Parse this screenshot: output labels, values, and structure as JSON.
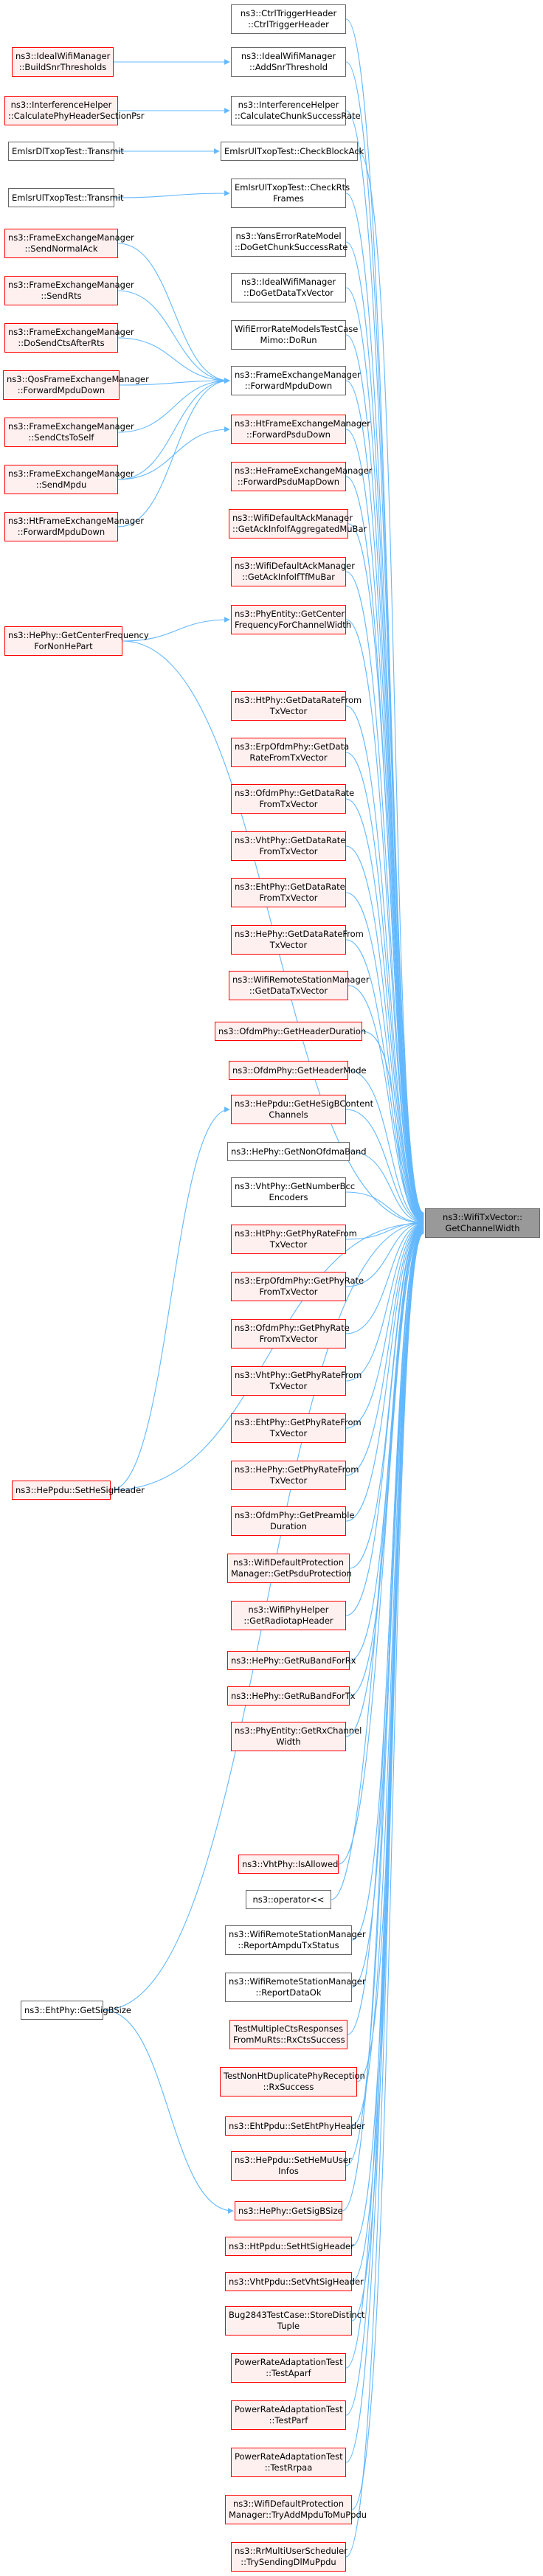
{
  "target": {
    "id": "target",
    "lines": [
      "ns3::WifiTxVector::",
      "GetChannelWidth"
    ],
    "style": "target"
  },
  "callers": [
    {
      "id": "ctrltriggerheader",
      "lines": [
        "ns3::CtrlTriggerHeader",
        "::CtrlTriggerHeader"
      ],
      "style": "white"
    },
    {
      "id": "addsnrthreshold",
      "lines": [
        "ns3::IdealWifiManager",
        "::AddSnrThreshold"
      ],
      "style": "white"
    },
    {
      "id": "calculatechunksuccessrate",
      "lines": [
        "ns3::InterferenceHelper",
        "::CalculateChunkSuccessRate"
      ],
      "style": "white"
    },
    {
      "id": "rxchecklbkack",
      "lines": [
        "EmlsrUlTxopTest::CheckBlockAck"
      ],
      "style": "white"
    },
    {
      "id": "checkrtsframes",
      "lines": [
        "EmlsrUlTxopTest::CheckRts",
        "Frames"
      ],
      "style": "white"
    },
    {
      "id": "dogetchunksuccessrate",
      "lines": [
        "ns3::YansErrorRateModel",
        "::DoGetChunkSuccessRate"
      ],
      "style": "white"
    },
    {
      "id": "dogetdatatxvector",
      "lines": [
        "ns3::IdealWifiManager",
        "::DoGetDataTxVector"
      ],
      "style": "white"
    },
    {
      "id": "wifierrorratemodelstestcase",
      "lines": [
        "WifiErrorRateModelsTestCase",
        "Mimo::DoRun"
      ],
      "style": "white"
    },
    {
      "id": "forwardmpdudown",
      "lines": [
        "ns3::FrameExchangeManager",
        "::ForwardMpduDown"
      ],
      "style": "white"
    },
    {
      "id": "htforwardpsdudown",
      "lines": [
        "ns3::HtFrameExchangeManager",
        "::ForwardPsduDown"
      ],
      "style": "red"
    },
    {
      "id": "heforwardpsdumapdown",
      "lines": [
        "ns3::HeFrameExchangeManager",
        "::ForwardPsduMapDown"
      ],
      "style": "red"
    },
    {
      "id": "getackinfoifaggregatedmubar",
      "lines": [
        "ns3::WifiDefaultAckManager",
        "::GetAckInfoIfAggregatedMuBar"
      ],
      "style": "red"
    },
    {
      "id": "getackinfoiftfmubar",
      "lines": [
        "ns3::WifiDefaultAckManager",
        "::GetAckInfoIfTfMuBar"
      ],
      "style": "red"
    },
    {
      "id": "getcenterfrequencyforchannelwidth",
      "lines": [
        "ns3::PhyEntity::GetCenter",
        "FrequencyForChannelWidth"
      ],
      "style": "red"
    },
    {
      "id": "htgetdatarate",
      "lines": [
        "ns3::HtPhy::GetDataRateFrom",
        "TxVector"
      ],
      "style": "red"
    },
    {
      "id": "erpgetdatarate",
      "lines": [
        "ns3::ErpOfdmPhy::GetData",
        "RateFromTxVector"
      ],
      "style": "red"
    },
    {
      "id": "ofdmgetdatarate",
      "lines": [
        "ns3::OfdmPhy::GetDataRate",
        "FromTxVector"
      ],
      "style": "red"
    },
    {
      "id": "vhtgetdatarate",
      "lines": [
        "ns3::VhtPhy::GetDataRate",
        "FromTxVector"
      ],
      "style": "red"
    },
    {
      "id": "ehtgetdatarate",
      "lines": [
        "ns3::EhtPhy::GetDataRate",
        "FromTxVector"
      ],
      "style": "red"
    },
    {
      "id": "hegetdatarate",
      "lines": [
        "ns3::HePhy::GetDataRateFrom",
        "TxVector"
      ],
      "style": "red"
    },
    {
      "id": "getdatatxvector",
      "lines": [
        "ns3::WifiRemoteStationManager",
        "::GetDataTxVector"
      ],
      "style": "red"
    },
    {
      "id": "getheaderduration",
      "lines": [
        "ns3::OfdmPhy::GetHeaderDuration"
      ],
      "style": "red"
    },
    {
      "id": "getheadermode",
      "lines": [
        "ns3::OfdmPhy::GetHeaderMode"
      ],
      "style": "red"
    },
    {
      "id": "gethesigbcontentchannels",
      "lines": [
        "ns3::HePpdu::GetHeSigBContent",
        "Channels"
      ],
      "style": "red"
    },
    {
      "id": "getnonofdmaband",
      "lines": [
        "ns3::HePhy::GetNonOfdmaBand"
      ],
      "style": "white"
    },
    {
      "id": "getnumberbccencoders",
      "lines": [
        "ns3::VhtPhy::GetNumberBcc",
        "Encoders"
      ],
      "style": "white"
    },
    {
      "id": "htgetphyrate",
      "lines": [
        "ns3::HtPhy::GetPhyRateFrom",
        "TxVector"
      ],
      "style": "red"
    },
    {
      "id": "erpgetphyrate",
      "lines": [
        "ns3::ErpOfdmPhy::GetPhyRate",
        "FromTxVector"
      ],
      "style": "red"
    },
    {
      "id": "ofdmgetphyrate",
      "lines": [
        "ns3::OfdmPhy::GetPhyRate",
        "FromTxVector"
      ],
      "style": "red"
    },
    {
      "id": "vhtgetphyrate",
      "lines": [
        "ns3::VhtPhy::GetPhyRateFrom",
        "TxVector"
      ],
      "style": "red"
    },
    {
      "id": "ehtgetphyrate",
      "lines": [
        "ns3::EhtPhy::GetPhyRateFrom",
        "TxVector"
      ],
      "style": "red"
    },
    {
      "id": "hegetphyrate",
      "lines": [
        "ns3::HePhy::GetPhyRateFrom",
        "TxVector"
      ],
      "style": "red"
    },
    {
      "id": "getpreambleduration",
      "lines": [
        "ns3::OfdmPhy::GetPreamble",
        "Duration"
      ],
      "style": "red"
    },
    {
      "id": "getpsduprotection",
      "lines": [
        "ns3::WifiDefaultProtection",
        "Manager::GetPsduProtection"
      ],
      "style": "red"
    },
    {
      "id": "getradiotapheader",
      "lines": [
        "ns3::WifiPhyHelper",
        "::GetRadiotapHeader"
      ],
      "style": "red"
    },
    {
      "id": "getrubandforrx",
      "lines": [
        "ns3::HePhy::GetRuBandForRx"
      ],
      "style": "red"
    },
    {
      "id": "getrubandfortx",
      "lines": [
        "ns3::HePhy::GetRuBandForTx"
      ],
      "style": "red"
    },
    {
      "id": "getrxchannelwidth",
      "lines": [
        "ns3::PhyEntity::GetRxChannel",
        "Width"
      ],
      "style": "red"
    },
    {
      "id": "isallowed",
      "lines": [
        "ns3::VhtPhy::IsAllowed"
      ],
      "style": "red"
    },
    {
      "id": "operatorlshift",
      "lines": [
        "ns3::operator<<"
      ],
      "style": "white"
    },
    {
      "id": "reportampdutxstatus",
      "lines": [
        "ns3::WifiRemoteStationManager",
        "::ReportAmpduTxStatus"
      ],
      "style": "white"
    },
    {
      "id": "reportdataok",
      "lines": [
        "ns3::WifiRemoteStationManager",
        "::ReportDataOk"
      ],
      "style": "white"
    },
    {
      "id": "rxctssuccess",
      "lines": [
        "TestMultipleCtsResponses",
        "FromMuRts::RxCtsSuccess"
      ],
      "style": "red"
    },
    {
      "id": "rxsuccess",
      "lines": [
        "TestNonHtDuplicatePhyReception",
        "::RxSuccess"
      ],
      "style": "red"
    },
    {
      "id": "setehtphyheader",
      "lines": [
        "ns3::EhtPpdu::SetEhtPhyHeader"
      ],
      "style": "red"
    },
    {
      "id": "sethemuuserinfos",
      "lines": [
        "ns3::HePpdu::SetHeMuUser",
        "Infos"
      ],
      "style": "red"
    },
    {
      "id": "hegetsigbsize",
      "lines": [
        "ns3::HePhy::GetSigBSize"
      ],
      "style": "red"
    },
    {
      "id": "sethtsigheader",
      "lines": [
        "ns3::HtPpdu::SetHtSigHeader"
      ],
      "style": "red"
    },
    {
      "id": "setvhtsigheader",
      "lines": [
        "ns3::VhtPpdu::SetVhtSigHeader"
      ],
      "style": "red"
    },
    {
      "id": "storedistincttuple",
      "lines": [
        "Bug2843TestCase::StoreDistinct",
        "Tuple"
      ],
      "style": "red"
    },
    {
      "id": "testaparf",
      "lines": [
        "PowerRateAdaptationTest",
        "::TestAparf"
      ],
      "style": "red"
    },
    {
      "id": "testparf",
      "lines": [
        "PowerRateAdaptationTest",
        "::TestParf"
      ],
      "style": "red"
    },
    {
      "id": "testrrpaa",
      "lines": [
        "PowerRateAdaptationTest",
        "::TestRrpaa"
      ],
      "style": "red"
    },
    {
      "id": "tryaddmpdutomuppdu",
      "lines": [
        "ns3::WifiDefaultProtection",
        "Manager::TryAddMpduToMuPpdu"
      ],
      "style": "red"
    },
    {
      "id": "trysendingdlmuppdu",
      "lines": [
        "ns3::RrMultiUserScheduler",
        "::TrySendingDlMuPpdu"
      ],
      "style": "red"
    }
  ],
  "second_level": [
    {
      "id": "buildsnrthresholds",
      "lines": [
        "ns3::IdealWifiManager",
        "::BuildSnrThresholds"
      ],
      "style": "red"
    },
    {
      "id": "calculatephyheadersectionpsr",
      "lines": [
        "ns3::InterferenceHelper",
        "::CalculatePhyHeaderSectionPsr"
      ],
      "style": "red"
    },
    {
      "id": "dltransmit",
      "lines": [
        "EmlsrDlTxopTest::Transmit"
      ],
      "style": "white"
    },
    {
      "id": "ultransmit",
      "lines": [
        "EmlsrUlTxopTest::Transmit"
      ],
      "style": "white"
    },
    {
      "id": "sendnormalack",
      "lines": [
        "ns3::FrameExchangeManager",
        "::SendNormalAck"
      ],
      "style": "red"
    },
    {
      "id": "sendrts",
      "lines": [
        "ns3::FrameExchangeManager",
        "::SendRts"
      ],
      "style": "red"
    },
    {
      "id": "dosendctsafterrts",
      "lines": [
        "ns3::FrameExchangeManager",
        "::DoSendCtsAfterRts"
      ],
      "style": "red"
    },
    {
      "id": "qosforwardmpdudown",
      "lines": [
        "ns3::QosFrameExchangeManager",
        "::ForwardMpduDown"
      ],
      "style": "red"
    },
    {
      "id": "sendctstoself",
      "lines": [
        "ns3::FrameExchangeManager",
        "::SendCtsToSelf"
      ],
      "style": "red"
    },
    {
      "id": "sendmpdu",
      "lines": [
        "ns3::FrameExchangeManager",
        "::SendMpdu"
      ],
      "style": "red"
    },
    {
      "id": "htforwardmpdudown",
      "lines": [
        "ns3::HtFrameExchangeManager",
        "::ForwardMpduDown"
      ],
      "style": "red"
    },
    {
      "id": "getcenterfrequencyfornonhepart",
      "lines": [
        "ns3::HePhy::GetCenterFrequency",
        "ForNonHePart"
      ],
      "style": "red"
    },
    {
      "id": "sethesigheader",
      "lines": [
        "ns3::HePpdu::SetHeSigHeader"
      ],
      "style": "red"
    },
    {
      "id": "ehtgetsigbsize",
      "lines": [
        "ns3::EhtPhy::GetSigBSize"
      ],
      "style": "white"
    }
  ]
}
